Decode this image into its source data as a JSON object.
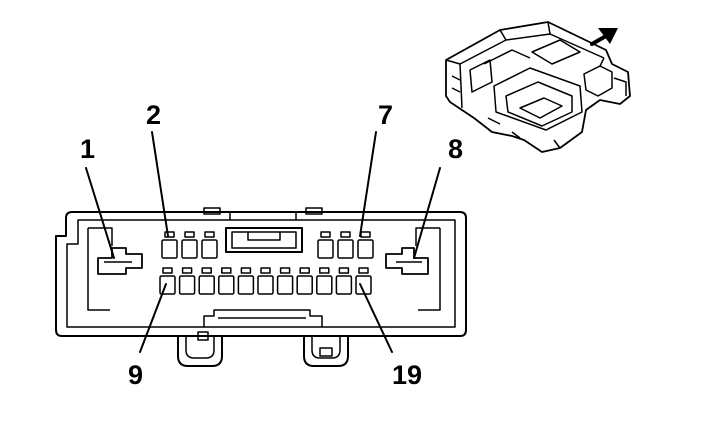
{
  "diagram": {
    "pin_labels": [
      {
        "id": "p1",
        "text": "1"
      },
      {
        "id": "p2",
        "text": "2"
      },
      {
        "id": "p7",
        "text": "7"
      },
      {
        "id": "p8",
        "text": "8"
      },
      {
        "id": "p9",
        "text": "9"
      },
      {
        "id": "p19",
        "text": "19"
      }
    ],
    "icons": [
      "direction-arrow-icon",
      "connector-3d-icon"
    ]
  }
}
